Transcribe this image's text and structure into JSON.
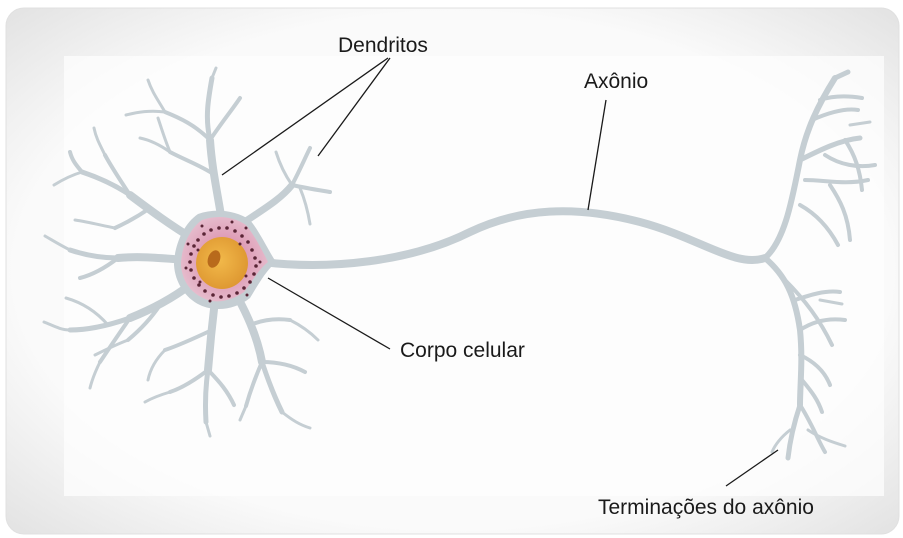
{
  "labels": {
    "dendrites": "Dendritos",
    "axon": "Axônio",
    "cell_body": "Corpo celular",
    "axon_terminals": "Terminações do axônio"
  },
  "colors": {
    "frame": "#ececec",
    "panel": "#fbfbfb",
    "neuron": "#c5ced3",
    "soma": "#e6aec4",
    "nucleus": "#e9a73a",
    "nucleolus": "#b86a1c",
    "granules": "#5a2536",
    "leader": "#1a1a1a"
  }
}
